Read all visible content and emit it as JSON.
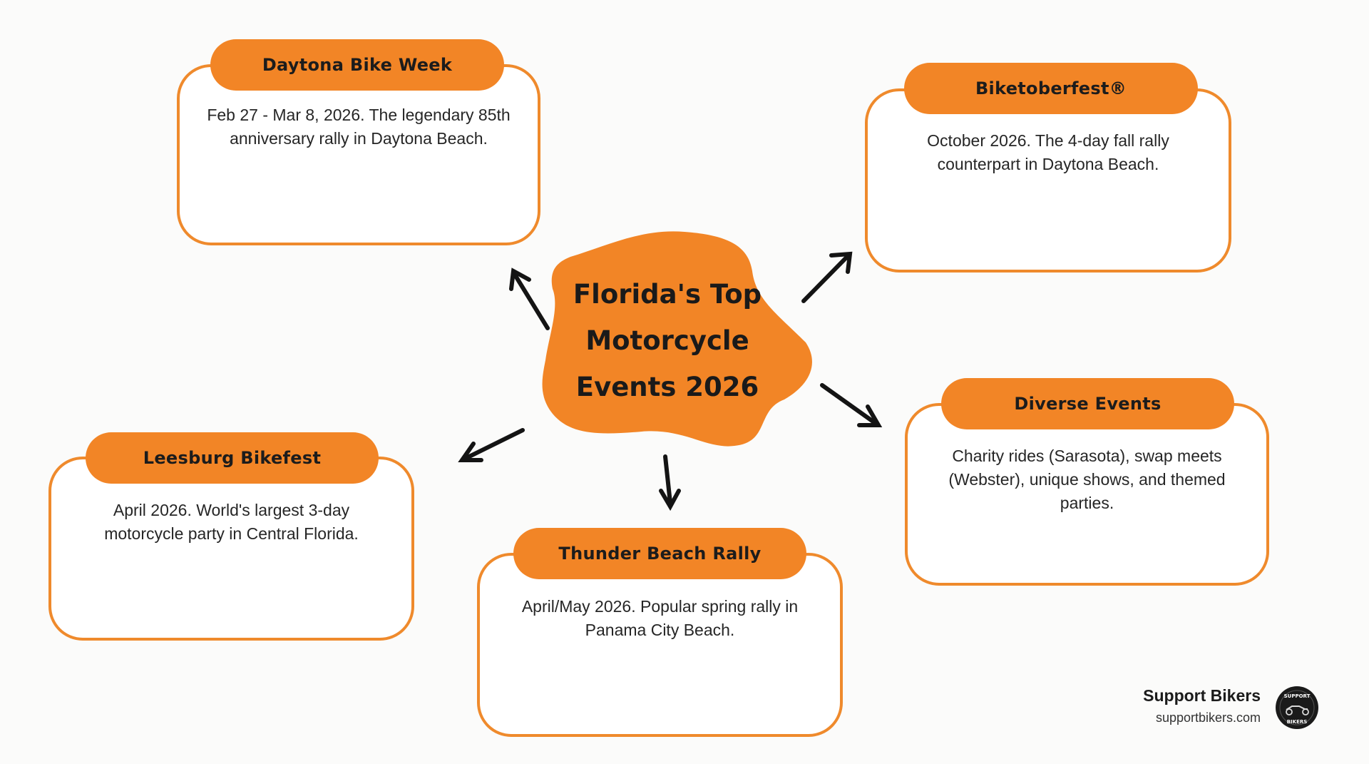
{
  "hub": {
    "title_line1": "Florida's Top",
    "title_line2": "Motorcycle",
    "title_line3": "Events 2026"
  },
  "events": [
    {
      "title": "Daytona Bike Week",
      "line1": "Feb 27 - Mar 8, 2026. The legendary 85th",
      "line2": "anniversary rally in Daytona Beach.",
      "line3": ""
    },
    {
      "title": "Biketoberfest®",
      "line1": "October 2026. The 4-day fall rally",
      "line2": "counterpart in Daytona Beach.",
      "line3": ""
    },
    {
      "title": "Diverse Events",
      "line1": "Charity rides (Sarasota), swap meets",
      "line2": "(Webster), unique shows, and themed",
      "line3": "parties."
    },
    {
      "title": "Leesburg Bikefest",
      "line1": "April 2026. World's largest 3-day",
      "line2": "motorcycle party in Central Florida.",
      "line3": ""
    },
    {
      "title": "Thunder Beach Rally",
      "line1": "April/May 2026. Popular spring rally in",
      "line2": "Panama City Beach.",
      "line3": ""
    }
  ],
  "brand": {
    "name": "Support Bikers",
    "url": "supportbikers.com",
    "logo_text_top": "SUPPORT",
    "logo_text_bottom": "BIKERS"
  },
  "colors": {
    "accent": "#f28526",
    "border": "#ef8a2c",
    "arrow": "#141414",
    "background": "#fbfbfa"
  }
}
